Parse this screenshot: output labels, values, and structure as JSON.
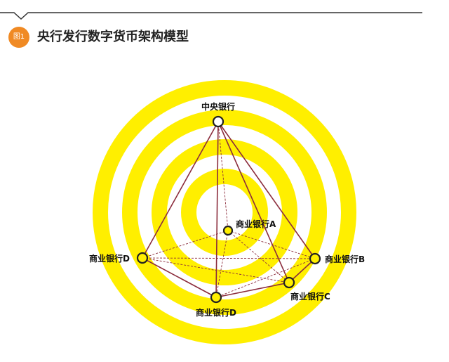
{
  "header": {
    "badge_text": "图1",
    "title": "央行发行数字货币架构模型"
  },
  "colors": {
    "ring": "#ffef00",
    "edge": "#8b2c3c",
    "node_fill": "#ffef00",
    "badge": "#f08a24"
  },
  "diagram": {
    "nodes": [
      {
        "id": "central",
        "label": "中央银行"
      },
      {
        "id": "bankA",
        "label": "商业银行A"
      },
      {
        "id": "bankB",
        "label": "商业银行B"
      },
      {
        "id": "bankC",
        "label": "商业银行C"
      },
      {
        "id": "bankD_left",
        "label": "商业银行D"
      },
      {
        "id": "bankD_bottom",
        "label": "商业银行D"
      }
    ]
  }
}
